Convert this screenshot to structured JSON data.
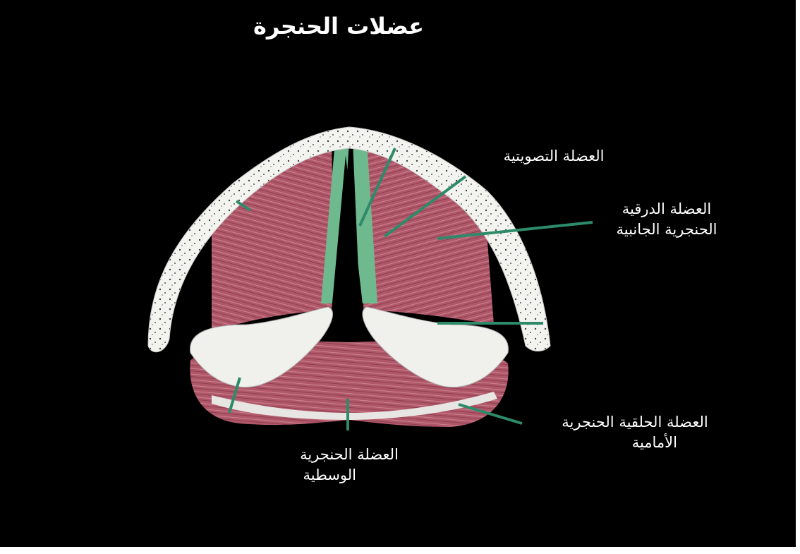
{
  "title": "عضلات الحنجرة",
  "labels": {
    "thyroarytenoid": [
      "العضلة التصويتية"
    ],
    "lateral_cricoarytenoid": [
      "العضلة الدرقية",
      "الحنجرية الجانبية"
    ],
    "posterior_cricoarytenoid": [
      "العضلة الحلقية الحنجرية",
      "الأمامية"
    ],
    "interarytenoid": [
      "العضلة الحنجرية",
      "الوسطية"
    ]
  },
  "colors": {
    "background": "#000000",
    "muscle": "#b5606e",
    "cartilage": "#f2f2ee",
    "vocal_ligament": "#6fb98f",
    "leader_line": "#2e8b6a"
  }
}
